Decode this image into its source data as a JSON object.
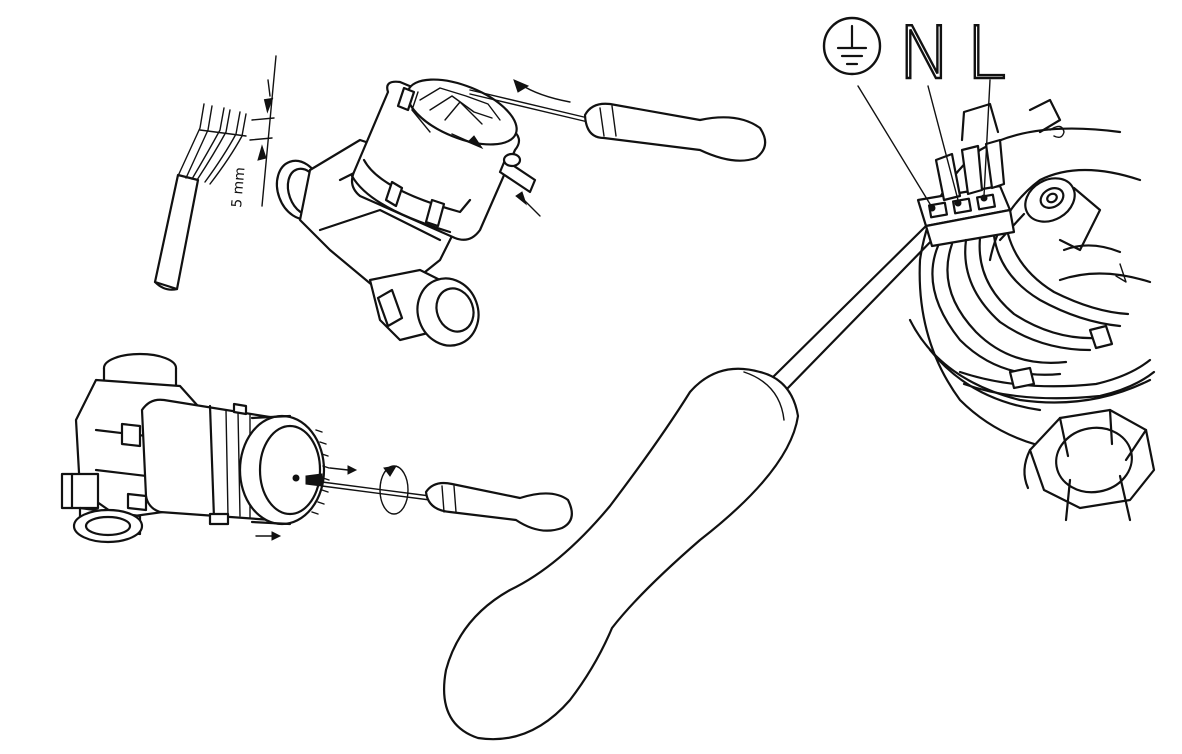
{
  "labels": {
    "strip_length": "5 mm",
    "terminal_neutral": "N",
    "terminal_live": "L"
  },
  "icons": [
    "ground-symbol-icon",
    "rotation-arrow-icon",
    "direction-arrow-icon"
  ],
  "colors": {
    "line": "#111111",
    "background": "#ffffff"
  }
}
